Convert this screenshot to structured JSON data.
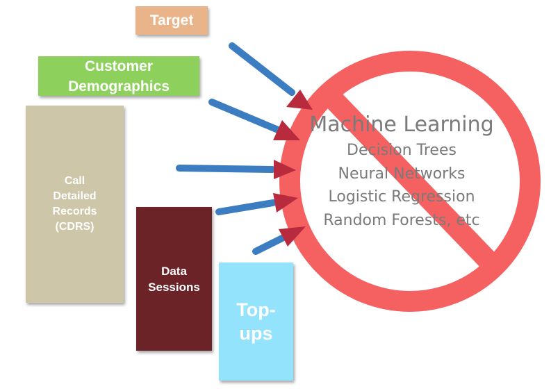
{
  "boxes": {
    "target": "Target",
    "demographics": [
      "Customer",
      "Demographics"
    ],
    "cdrs": [
      "Call",
      "Detailed",
      "Records",
      "(CDRS)"
    ],
    "data_sessions": [
      "Data",
      "Sessions"
    ],
    "topups": [
      "Top-",
      "ups"
    ]
  },
  "ml": {
    "title": "Machine Learning",
    "items": [
      "Decision Trees",
      "Neural Networks",
      "Logistic Regression",
      "Random Forests, etc"
    ]
  },
  "colors": {
    "target": "#e9b48a",
    "demographics": "#8dd05b",
    "cdrs": "#cdc6a8",
    "data_sessions": "#6b2327",
    "topups": "#92e3fb",
    "arrow_shaft": "#3b7dc0",
    "arrow_head": "#b82a3d",
    "prohibition": "#f56161",
    "ml_text": "#7a7a7a"
  }
}
